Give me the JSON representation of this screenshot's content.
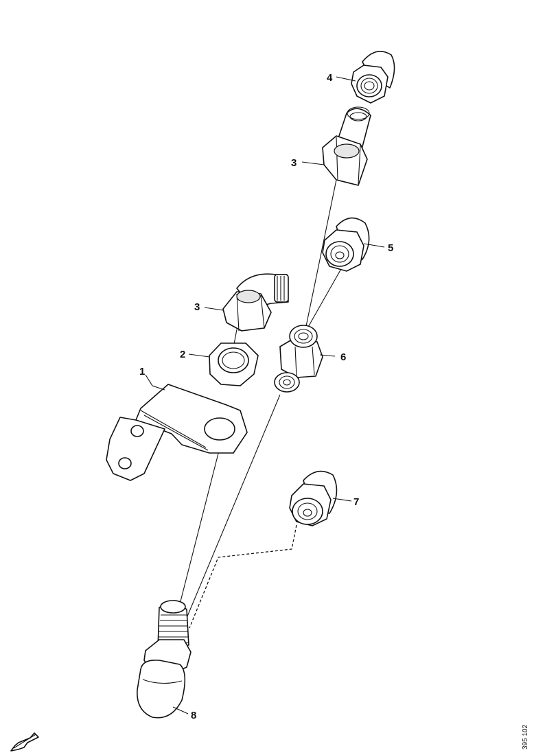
{
  "callouts": {
    "c1": "1",
    "c2": "2",
    "c3a": "3",
    "c3b": "3",
    "c4": "4",
    "c5": "5",
    "c6": "6",
    "c7": "7",
    "c8": "8"
  },
  "drawing_ref": "395 102",
  "direction_arrow_icon": "arrow-down-left-icon"
}
